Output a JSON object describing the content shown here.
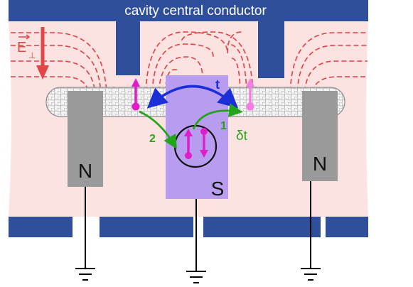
{
  "labels": {
    "cavity": "cavity central conductor",
    "field_E": "E",
    "field_perp": "⊥",
    "hop_t": "t",
    "hop_dt": "δt",
    "path_1": "1",
    "path_2": "2",
    "lead_left": "N",
    "lead_right": "N",
    "superconductor": "S"
  },
  "colors": {
    "conductor": "#2f4f9a",
    "cavity_field_region": "#fde2e2",
    "field_lines": "#e04040",
    "field_arrow": "#e04848",
    "normal_lead": "#9a9a9a",
    "superconductor": "#b79cf0",
    "spin_magenta": "#e01ec8",
    "spin_light": "#f27ee6",
    "hop_blue": "#1a2fd6",
    "path_green": "#22a51b",
    "ground": "#000000"
  },
  "icons": [
    "ground-icon",
    "spin-up-icon",
    "spin-down-icon",
    "carbon-nanotube"
  ]
}
